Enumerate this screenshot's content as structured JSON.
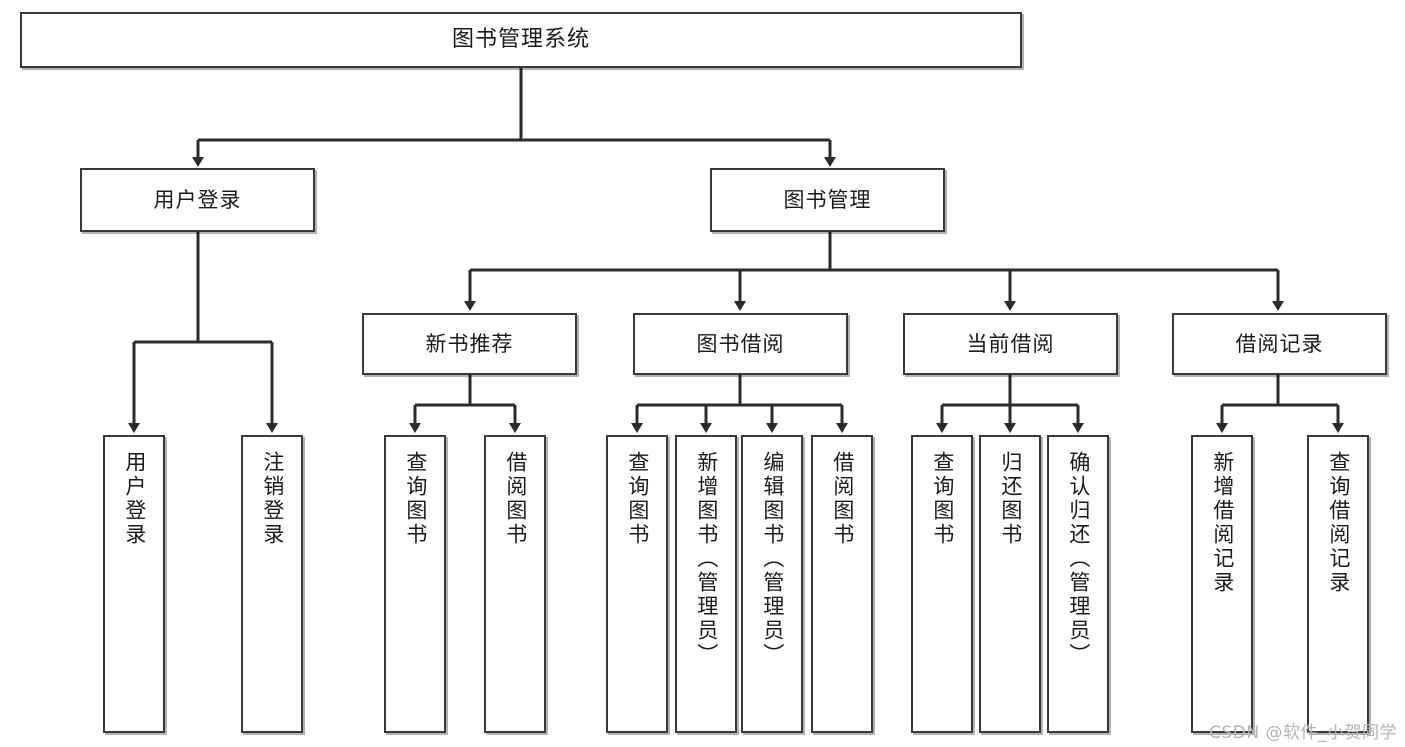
{
  "diagram": {
    "title": "图书管理系统",
    "type": "tree-hierarchy",
    "watermark": "CSDN @软件_小贺同学",
    "colors": {
      "box_border": "#3a3a3a",
      "box_fill": "#ffffff",
      "connector": "#2b2b2b",
      "text": "#1b1b1b",
      "watermark": "#b4b4b4",
      "background": "#ffffff"
    },
    "nodes": {
      "root": {
        "id": "root",
        "label": "图书管理系统",
        "level": 1
      },
      "level2": [
        {
          "id": "user-login",
          "label": "用户登录",
          "level": 2
        },
        {
          "id": "book-manage",
          "label": "图书管理",
          "level": 2
        }
      ],
      "level3": [
        {
          "id": "new-book-recommend",
          "label": "新书推荐",
          "level": 3,
          "parent": "book-manage"
        },
        {
          "id": "book-borrow",
          "label": "图书借阅",
          "level": 3,
          "parent": "book-manage"
        },
        {
          "id": "current-borrow",
          "label": "当前借阅",
          "level": 3,
          "parent": "book-manage"
        },
        {
          "id": "borrow-record",
          "label": "借阅记录",
          "level": 3,
          "parent": "book-manage"
        }
      ],
      "leaves": [
        {
          "id": "leaf-user-login",
          "label": "用户登录",
          "parent": "user-login"
        },
        {
          "id": "leaf-user-logout",
          "label": "注销登录",
          "parent": "user-login"
        },
        {
          "id": "leaf-query-book-1",
          "label": "查询图书",
          "parent": "new-book-recommend"
        },
        {
          "id": "leaf-borrow-book-1",
          "label": "借阅图书",
          "parent": "new-book-recommend"
        },
        {
          "id": "leaf-query-book-2",
          "label": "查询图书",
          "parent": "book-borrow"
        },
        {
          "id": "leaf-add-book",
          "label": "新增图书（管理员）",
          "parent": "book-borrow"
        },
        {
          "id": "leaf-edit-book",
          "label": "编辑图书（管理员）",
          "parent": "book-borrow"
        },
        {
          "id": "leaf-borrow-book-2",
          "label": "借阅图书",
          "parent": "book-borrow"
        },
        {
          "id": "leaf-query-book-3",
          "label": "查询图书",
          "parent": "current-borrow"
        },
        {
          "id": "leaf-return-book",
          "label": "归还图书",
          "parent": "current-borrow"
        },
        {
          "id": "leaf-confirm-return",
          "label": "确认归还（管理员）",
          "parent": "current-borrow"
        },
        {
          "id": "leaf-add-record",
          "label": "新增借阅记录",
          "parent": "borrow-record"
        },
        {
          "id": "leaf-query-record",
          "label": "查询借阅记录",
          "parent": "borrow-record"
        }
      ]
    }
  }
}
